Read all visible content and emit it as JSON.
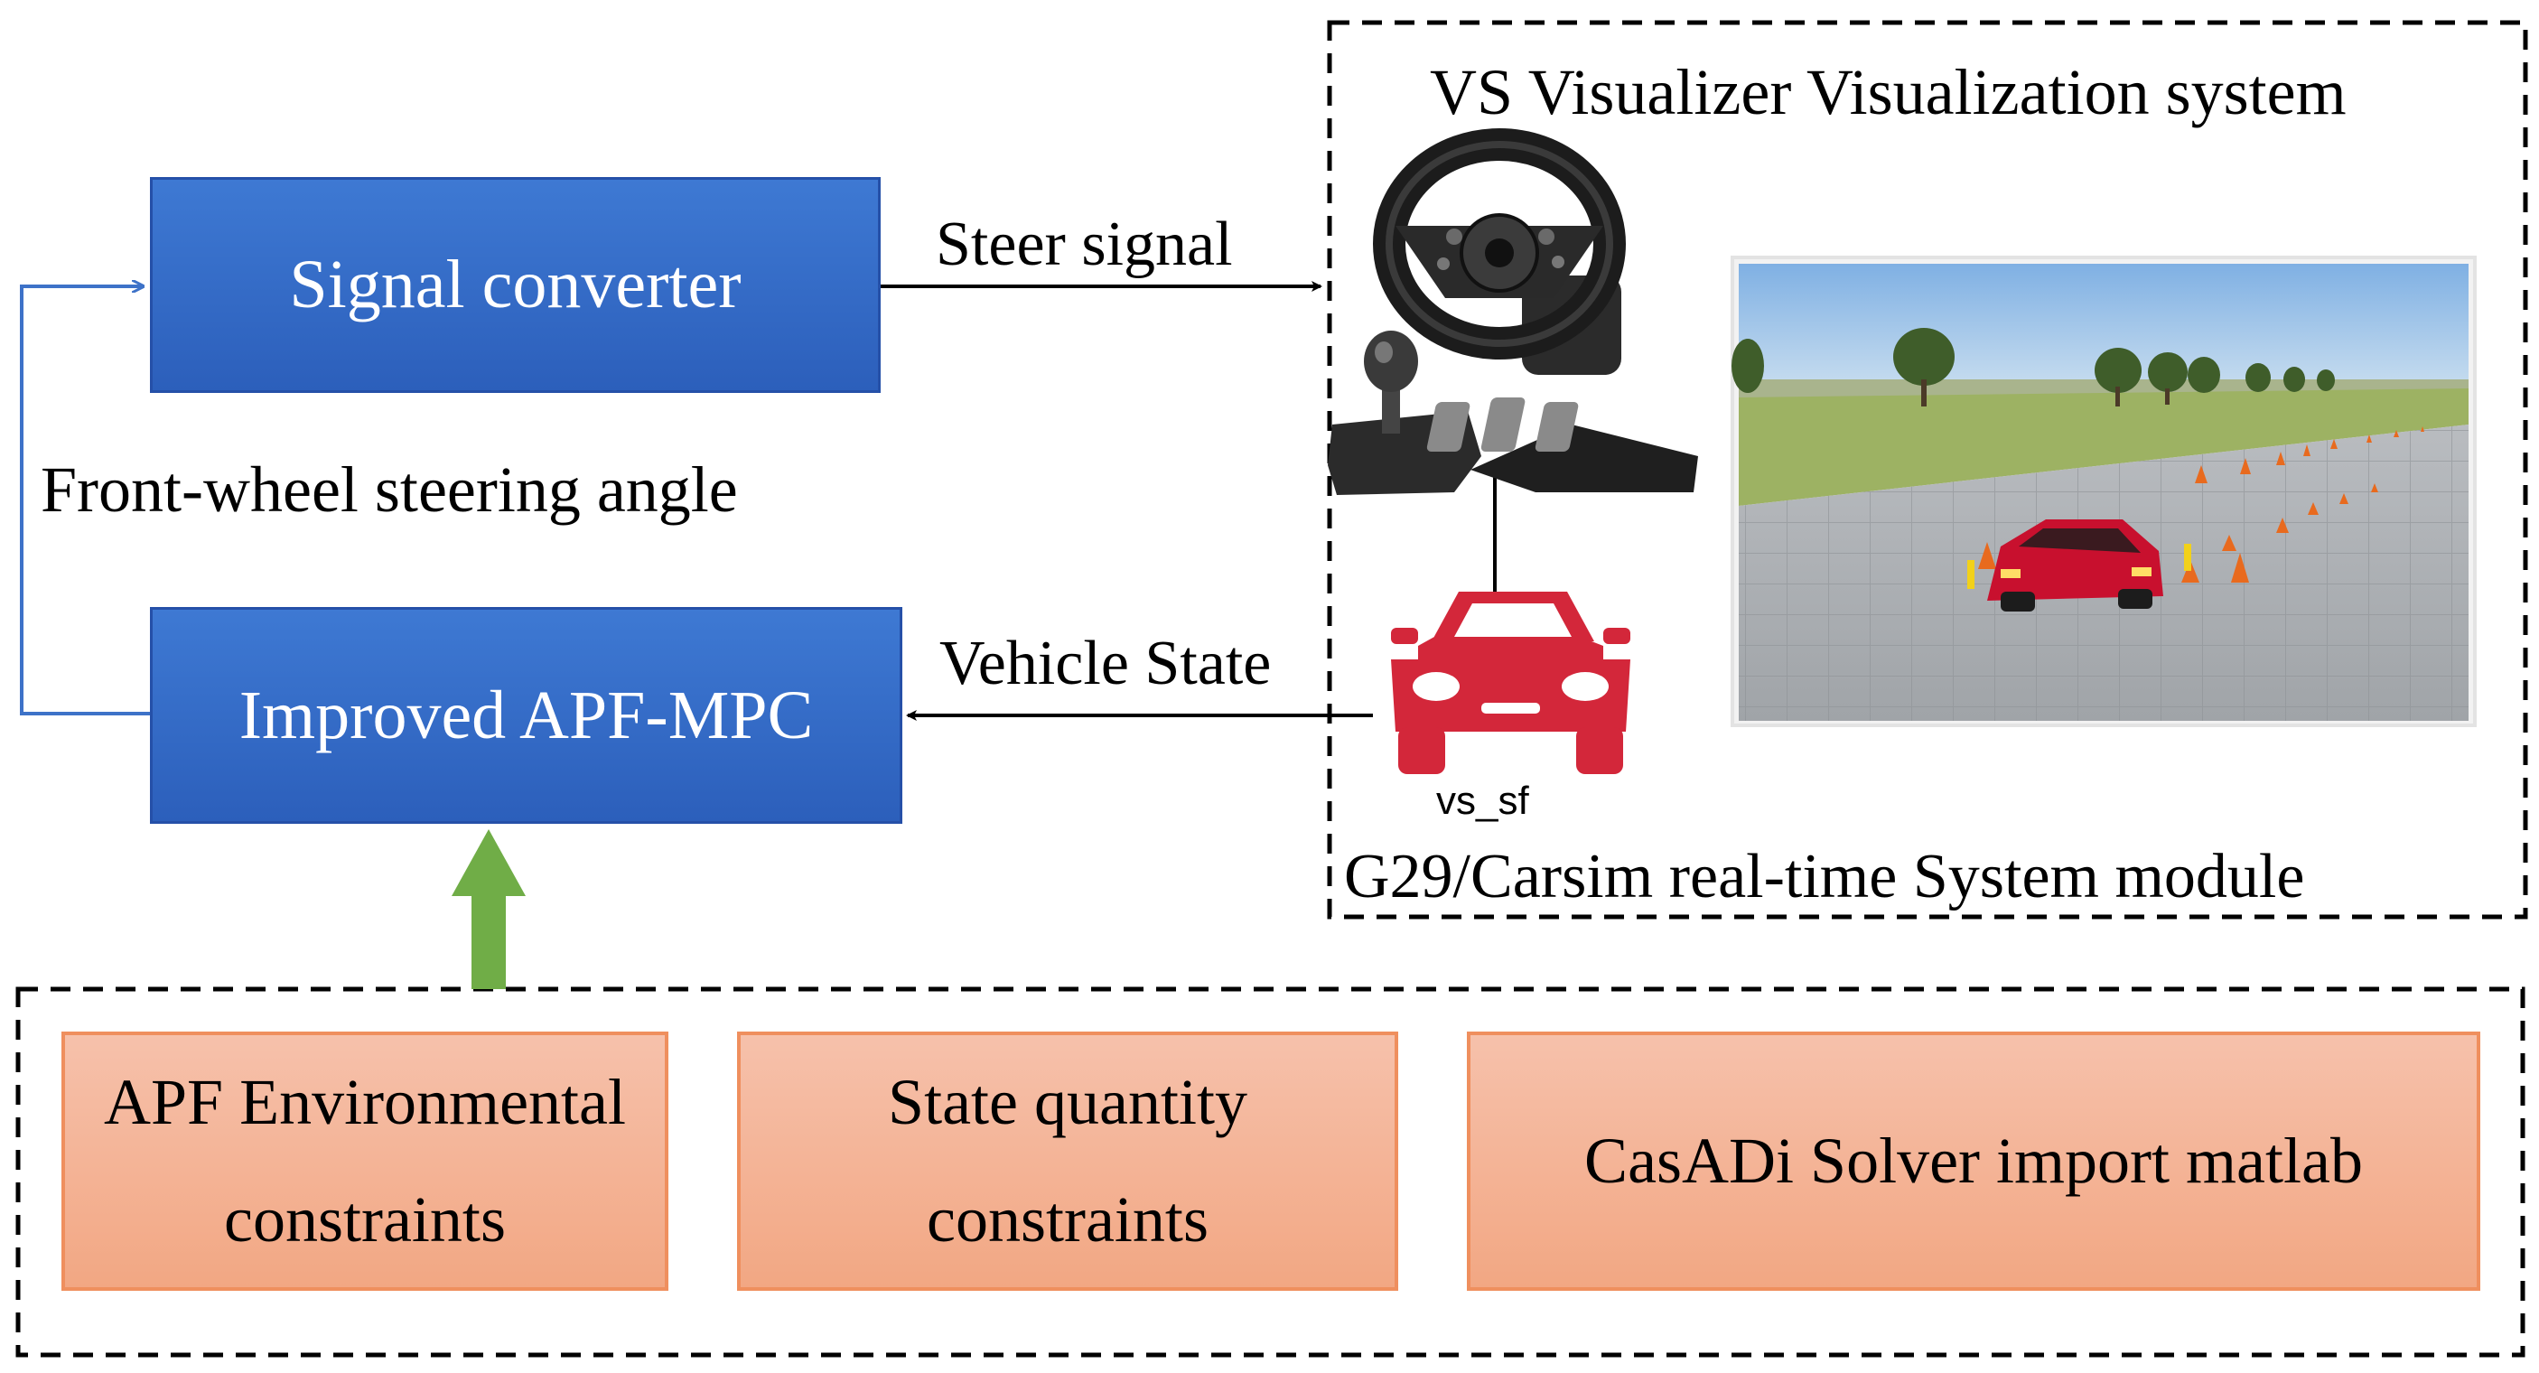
{
  "blocks": {
    "signal_converter": "Signal converter",
    "improved_apf_mpc": "Improved APF-MPC",
    "apf_constraints_line1": "APF Environmental",
    "apf_constraints_line2": "constraints",
    "state_constraints_line1": "State quantity",
    "state_constraints_line2": "constraints",
    "casadi_solver": "CasADi Solver import matlab"
  },
  "arrows": {
    "steer_signal": "Steer signal",
    "vehicle_state": "Vehicle State",
    "front_wheel_angle": "Front-wheel steering angle"
  },
  "simulation_module": {
    "title": "VS Visualizer Visualization system",
    "footer": "G29/Carsim real-time System module",
    "car_block_label": "vs_sf"
  },
  "colors": {
    "block_blue": "#2f64c2",
    "block_orange": "#f3b094",
    "feedback_line": "#3d72c8",
    "input_arrow_green": "#70ad47",
    "car_icon_red": "#d3273a"
  }
}
